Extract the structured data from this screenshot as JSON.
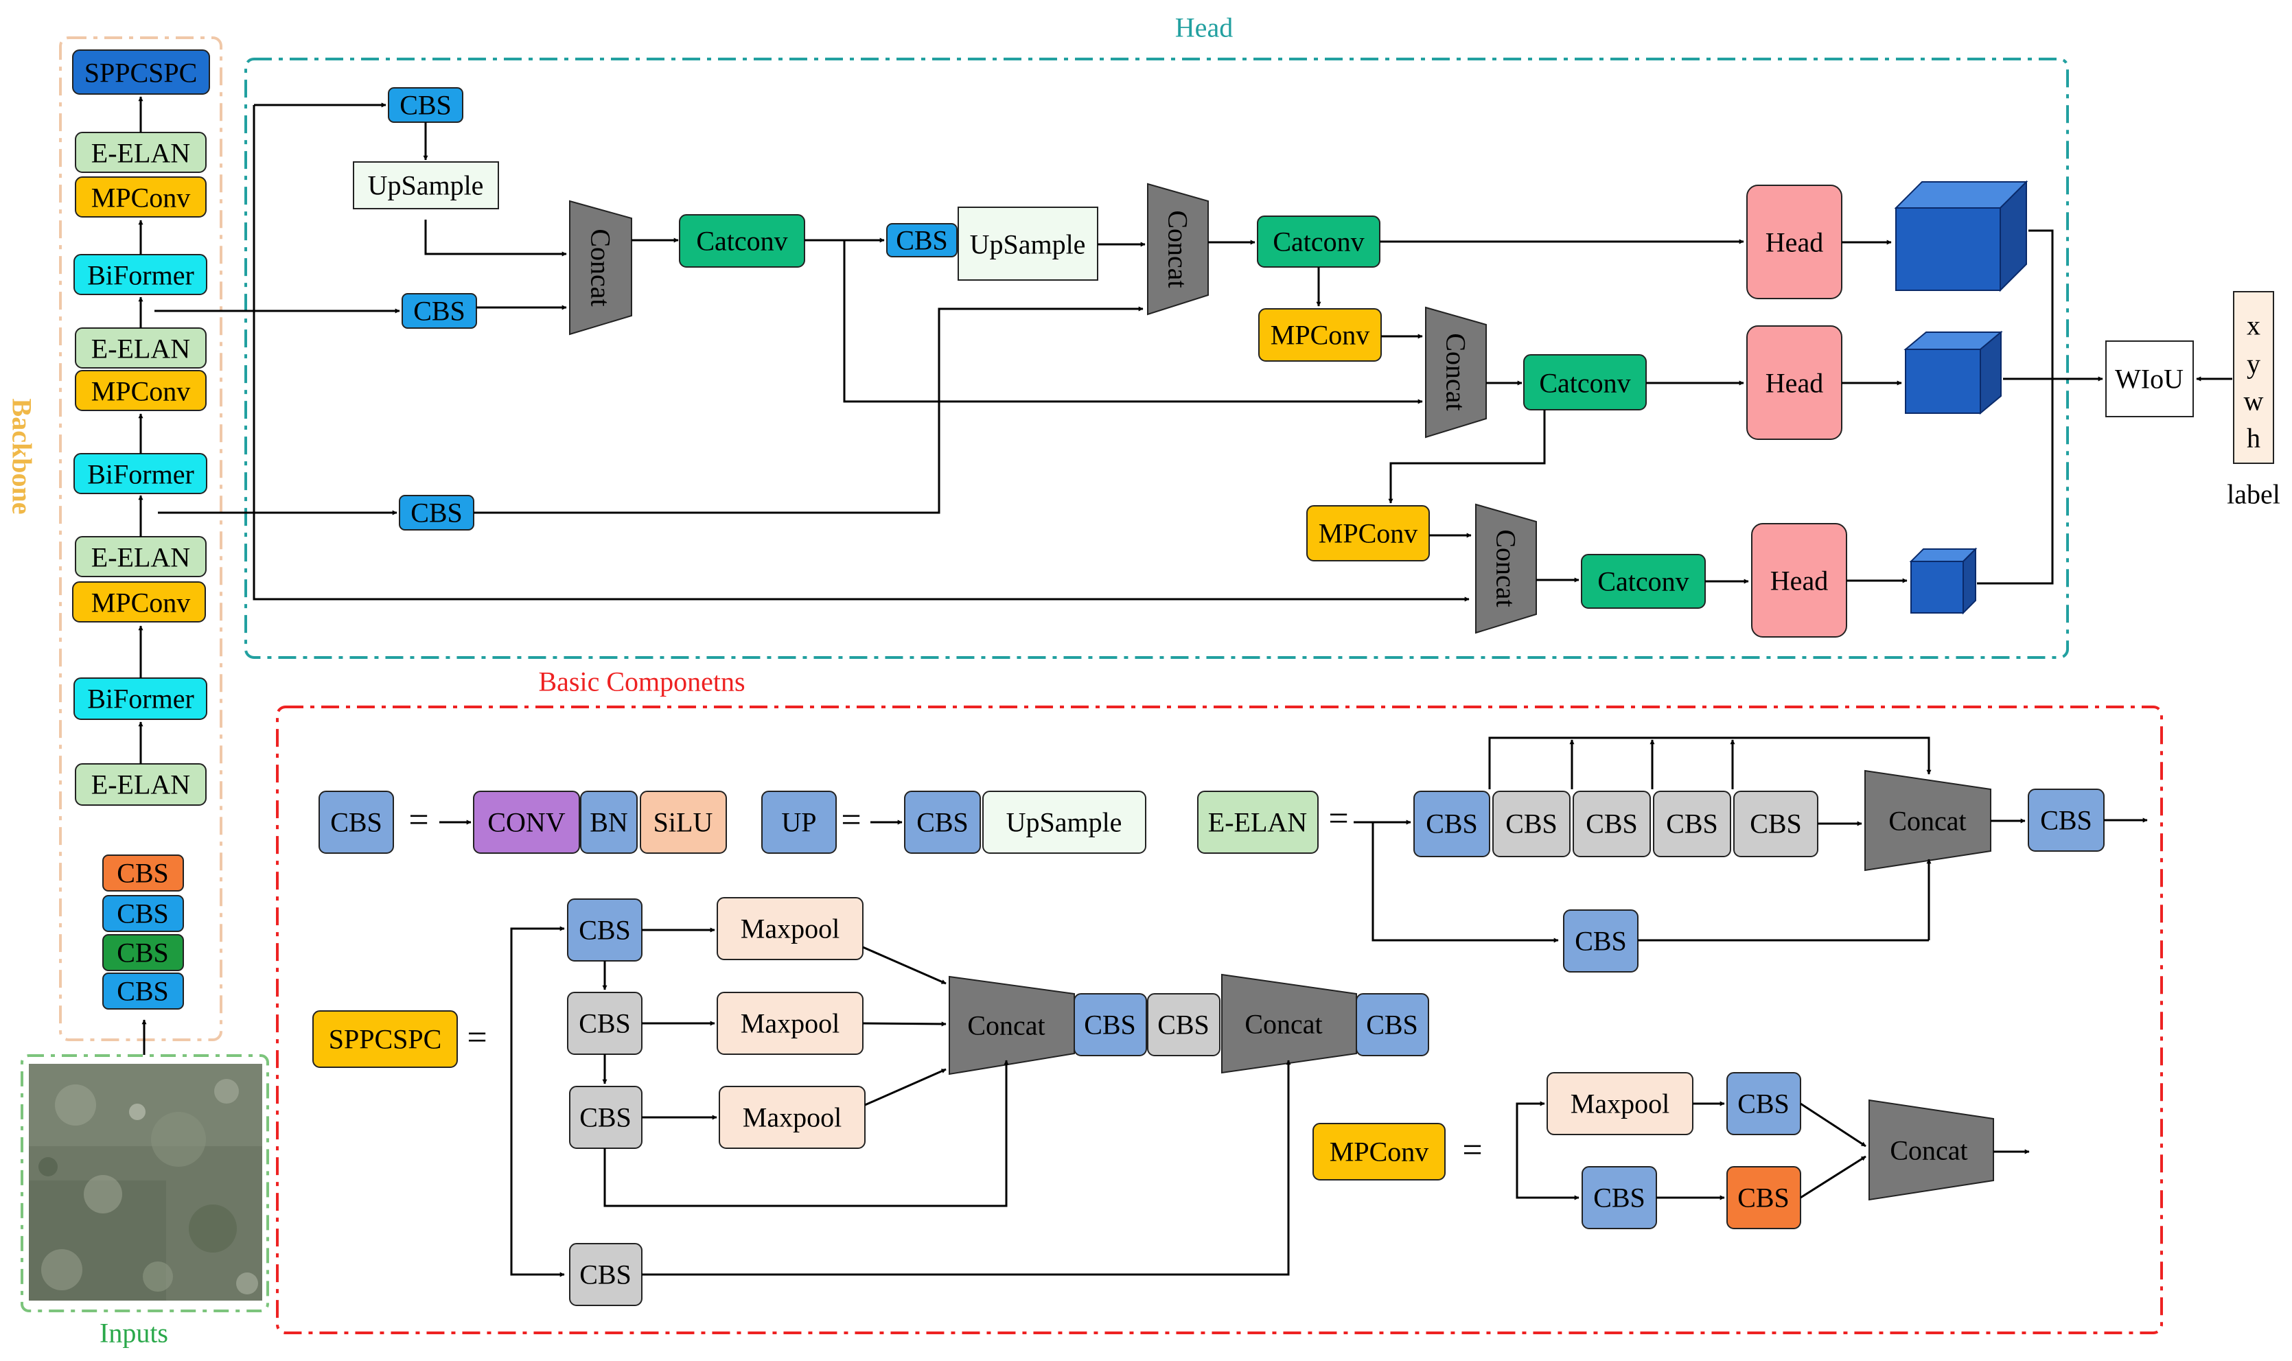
{
  "colors": {
    "cbs_cyan": "#1e9fe8",
    "cbs_blue": "#7ea6dc",
    "cbs_orange": "#f47b36",
    "cbs_green": "#1e9b3f",
    "cbs_gray": "#cccccc",
    "mpconv": "#fdc204",
    "eelan": "#c4e6bd",
    "biformer": "#19e7f1",
    "sppcspc_backbone": "#1d6fd0",
    "sppcspc_basic": "#fdc204",
    "catconv": "#0fba7c",
    "head": "#fa9fa2",
    "upsample": "#f0faf0",
    "concat": "#787878",
    "conv": "#b57ad6",
    "bn": "#7ea6dc",
    "silu": "#f9c7a7",
    "maxpool": "#fbe5d6",
    "cube": "#1f5fc0",
    "backbone_border": "#f0c8a8",
    "inputs_border": "#7cc47c",
    "head_border": "#22a0a0",
    "basic_border": "#ee2222",
    "label_box": "#fdeee0"
  },
  "sections": {
    "head_title": "Head",
    "backbone_title": "Backbone",
    "inputs_title": "Inputs",
    "basic_title": "Basic Componetns"
  },
  "backbone": {
    "blocks": [
      "SPPCSPC",
      "E-ELAN",
      "MPConv",
      "BiFormer",
      "E-ELAN",
      "MPConv",
      "BiFormer",
      "E-ELAN",
      "MPConv",
      "BiFormer",
      "E-ELAN",
      "CBS",
      "CBS",
      "CBS",
      "CBS"
    ]
  },
  "head": {
    "cbs": "CBS",
    "upsample": "UpSample",
    "concat": "Concat",
    "catconv": "Catconv",
    "mpconv": "MPConv",
    "head": "Head",
    "wiou": "WIoU",
    "label_chars": [
      "x",
      "y",
      "w",
      "h"
    ],
    "label_caption": "label"
  },
  "basic": {
    "eq": "=",
    "cbs": "CBS",
    "conv": "CONV",
    "bn": "BN",
    "silu": "SiLU",
    "up": "UP",
    "upsample": "UpSample",
    "eelan": "E-ELAN",
    "concat": "Concat",
    "sppcspc": "SPPCSPC",
    "maxpool": "Maxpool",
    "mpconv": "MPConv"
  }
}
